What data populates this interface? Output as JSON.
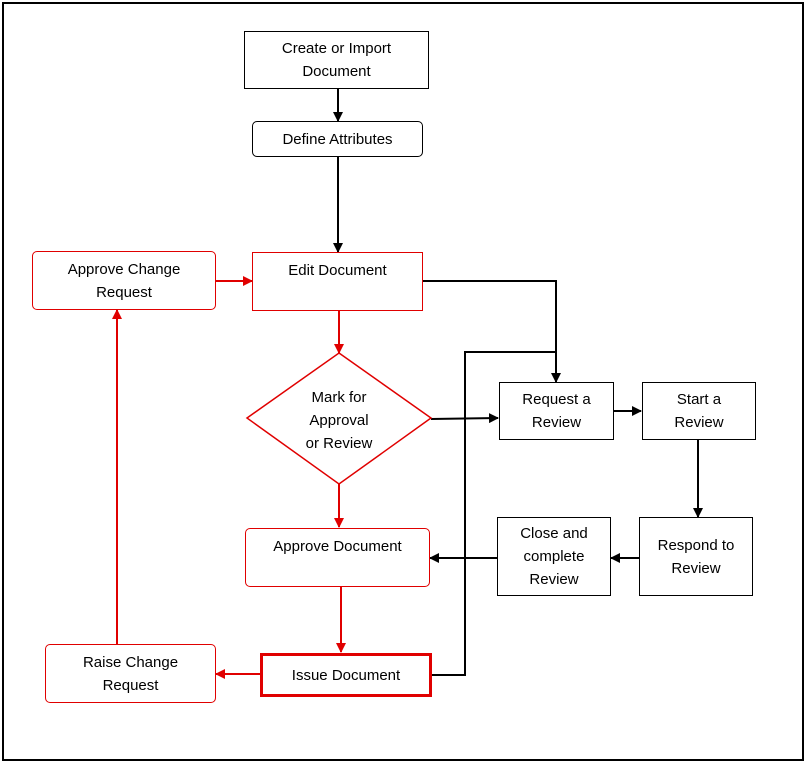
{
  "nodes": {
    "create_import": "Create or Import\nDocument",
    "define_attributes": "Define Attributes",
    "edit_document": "Edit Document",
    "approve_change_request": "Approve Change\nRequest",
    "mark_for_approval": "Mark for\nApproval\nor Review",
    "request_review": "Request a\nReview",
    "start_review": "Start a\nReview",
    "respond_review": "Respond to\nReview",
    "close_complete_review": "Close and\ncomplete\nReview",
    "approve_document": "Approve Document",
    "issue_document": "Issue Document",
    "raise_change_request": "Raise Change\nRequest"
  },
  "colors": {
    "black_flow": "#000000",
    "red_flow": "#e00000"
  }
}
